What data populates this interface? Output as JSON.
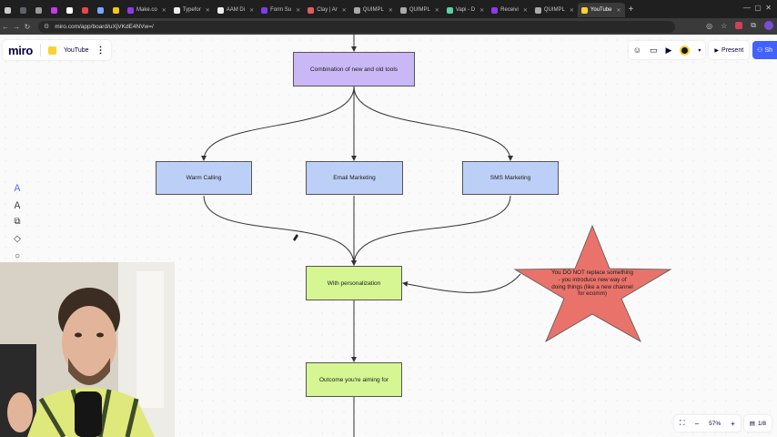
{
  "browser": {
    "tabs": [
      {
        "label": "",
        "color": "#cccccc",
        "icon": "chrome-icon"
      },
      {
        "label": "",
        "color": "#5f6368",
        "icon": "generic-tab-icon"
      },
      {
        "label": "",
        "color": "#9a9a9a",
        "icon": "generic-tab-icon"
      },
      {
        "label": "",
        "color": "#c43be8",
        "icon": "generic-tab-icon"
      },
      {
        "label": "",
        "color": "#ffffff",
        "icon": "generic-tab-icon"
      },
      {
        "label": "",
        "color": "#e04a4a",
        "icon": "generic-tab-icon"
      },
      {
        "label": "",
        "color": "#7aa7ff",
        "icon": "generic-tab-icon"
      },
      {
        "label": "",
        "color": "#f5c518",
        "icon": "generic-tab-icon"
      },
      {
        "label": "Make.co",
        "color": "#8d3be8",
        "icon": "make-icon"
      },
      {
        "label": "Typefor",
        "color": "#eeeeee",
        "icon": "typeform-icon"
      },
      {
        "label": "AAM Di",
        "color": "#eeeeee",
        "icon": "generic-tab-icon"
      },
      {
        "label": "Form Su",
        "color": "#7b3fe4",
        "icon": "form-icon"
      },
      {
        "label": "Clay | Ar",
        "color": "#e35b5b",
        "icon": "clay-icon"
      },
      {
        "label": "QUIMPL",
        "color": "#aaaaaa",
        "icon": "generic-tab-icon"
      },
      {
        "label": "QUIMPL",
        "color": "#aaaaaa",
        "icon": "generic-tab-icon"
      },
      {
        "label": "Vapi - D",
        "color": "#5ad1a5",
        "icon": "vapi-icon"
      },
      {
        "label": "Receivi",
        "color": "#8d3be8",
        "icon": "make-icon"
      },
      {
        "label": "QUIMPL",
        "color": "#aaaaaa",
        "icon": "generic-tab-icon"
      },
      {
        "label": "YouTube",
        "color": "#ffd02f",
        "icon": "miro-icon",
        "active": true
      }
    ],
    "url": "miro.com/app/board/uXjVKdE4NVw=/"
  },
  "miro": {
    "logo": "miro",
    "board_name": "YouTube",
    "present_label": "Present",
    "share_label": "Sh",
    "zoom_level": "57%",
    "page_counter": "1/8"
  },
  "flowchart": {
    "top_node": "Combination of new and old tools",
    "channels": [
      "Warm Calling",
      "Email Marketing",
      "SMS Marketing"
    ],
    "personalization_node": "With personalization",
    "outcome_node": "Outcome you're aiming for",
    "star_note": "You DO NOT replace something - you introduce new way of doing things (like a new channel for ecomm)",
    "colors": {
      "top": "#c9b8f5",
      "channels": "#bcd0f7",
      "green": "#d5f692",
      "star": "#e9736b"
    }
  }
}
